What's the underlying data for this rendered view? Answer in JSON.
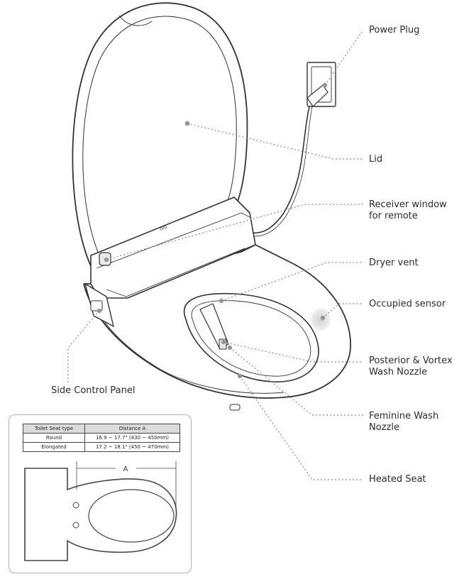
{
  "labels": {
    "power_plug": "Power Plug",
    "lid": "Lid",
    "receiver_line1": "Receiver window",
    "receiver_line2": "for remote",
    "dryer_vent": "Dryer vent",
    "occupied_sensor": "Occupied sensor",
    "posterior_line1": "Posterior & Vortex",
    "posterior_line2": "Wash Nozzle",
    "side_control_panel": "Side Control Panel",
    "feminine_line1": "Feminine Wash",
    "feminine_line2": "Nozzle",
    "heated_seat": "Heated Seat",
    "brand_mark": "dib"
  },
  "spec_table": {
    "headers": [
      "Toilet Seat type",
      "Distance A"
    ],
    "rows": [
      [
        "Round",
        "16.9 ~ 17.7\" (430 ~ 450mm)"
      ],
      [
        "Elongated",
        "17.2 ~ 18.1\" (450 ~ 470mm)"
      ]
    ]
  },
  "dimension_label": "A"
}
